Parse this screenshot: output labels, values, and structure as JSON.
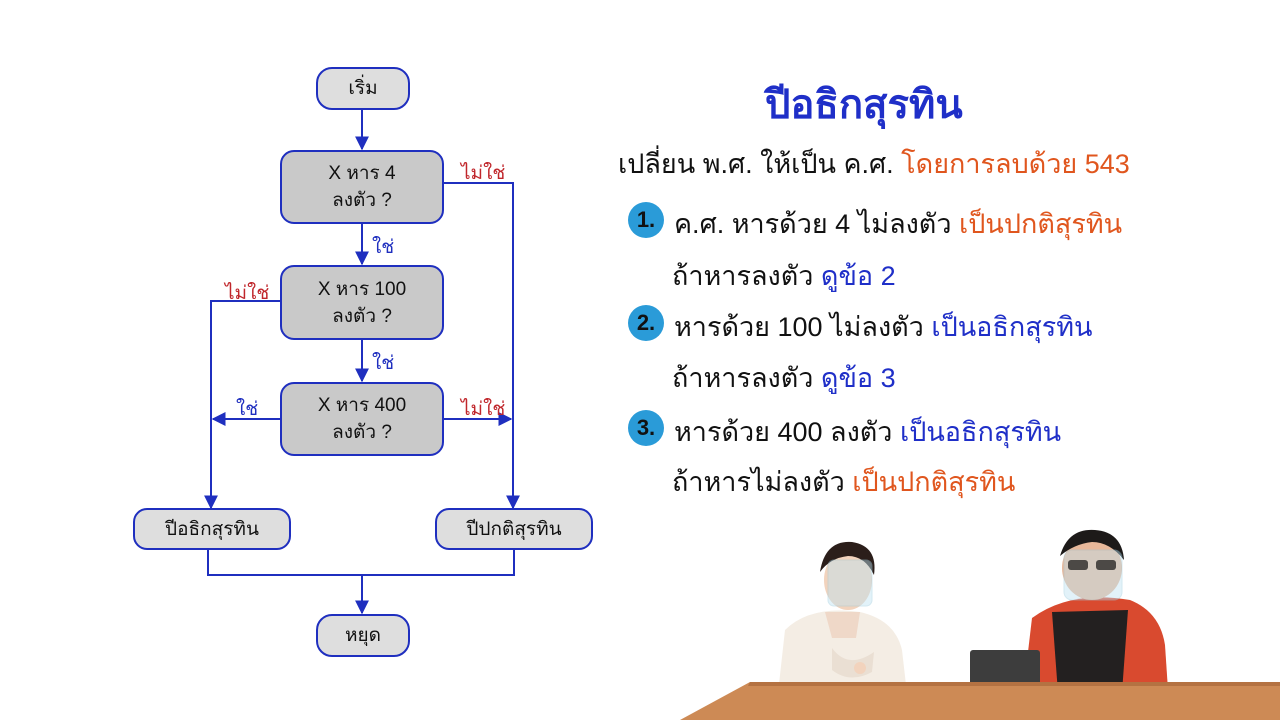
{
  "flowchart": {
    "start": "เริ่ม",
    "decision1": "X หาร 4\nลงตัว ?",
    "decision2": "X หาร 100\nลงตัว ?",
    "decision3": "X หาร 400\nลงตัว ?",
    "leap_year": "ปีอธิกสุรทิน",
    "common_year": "ปีปกติสุรทิน",
    "stop": "หยุด",
    "yes_label": "ใช่",
    "no_label": "ไม่ใช่"
  },
  "panel": {
    "title": "ปีอธิกสุรทิน",
    "intro_text": "เปลี่ยน พ.ศ. ให้เป็น ค.ศ.",
    "intro_highlight": "โดยการลบด้วย 543",
    "rules": [
      {
        "num": "1.",
        "text": "ค.ศ. หารด้วย 4 ไม่ลงตัว",
        "highlight": "เป็นปกติสุรทิน",
        "sub_text": "ถ้าหารลงตัว",
        "sub_highlight": "ดูข้อ 2"
      },
      {
        "num": "2.",
        "text": "หารด้วย 100 ไม่ลงตัว",
        "highlight": "เป็นอธิกสุรทิน",
        "sub_text": "ถ้าหารลงตัว",
        "sub_highlight": "ดูข้อ 3"
      },
      {
        "num": "3.",
        "text": "หารด้วย 400 ลงตัว",
        "highlight": "เป็นอธิกสุรทิน",
        "sub_text": "ถ้าหารไม่ลงตัว",
        "sub_highlight": "เป็นปกติสุรทิน"
      }
    ]
  },
  "colors": {
    "accent_blue": "#1f2fc8",
    "accent_orange": "#e0561e",
    "no_red": "#c0262b",
    "badge": "#2a9bd8"
  }
}
